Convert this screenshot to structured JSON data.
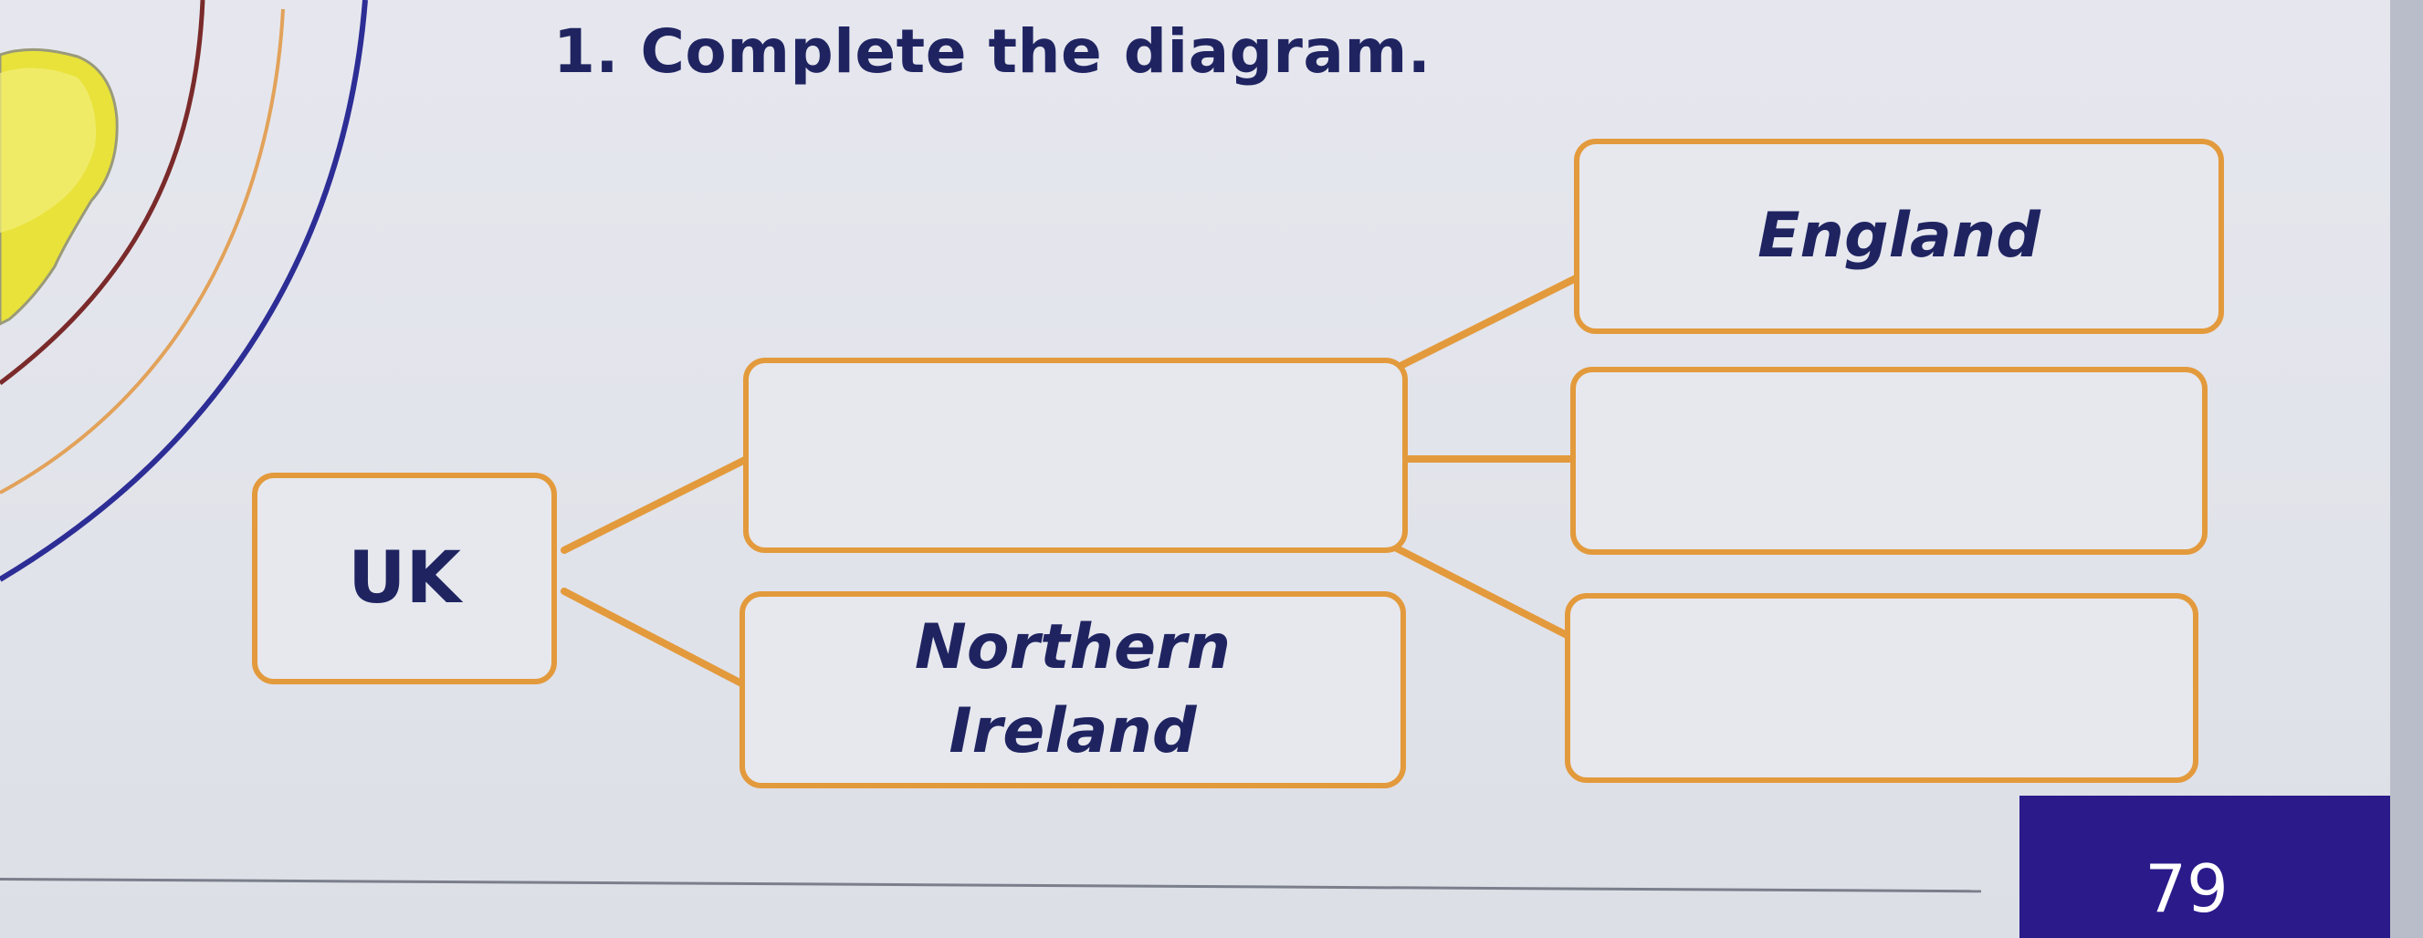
{
  "exercise": {
    "title": "1. Complete the diagram."
  },
  "diagram": {
    "nodes": [
      {
        "id": "uk",
        "label": "UK"
      },
      {
        "id": "gb",
        "label": ""
      },
      {
        "id": "ni",
        "label": "Northern\nIreland"
      },
      {
        "id": "england",
        "label": "England"
      },
      {
        "id": "blank2",
        "label": ""
      },
      {
        "id": "blank3",
        "label": ""
      }
    ],
    "edges": [
      {
        "from": "uk",
        "to": "gb"
      },
      {
        "from": "uk",
        "to": "ni"
      },
      {
        "from": "gb",
        "to": "england"
      },
      {
        "from": "gb",
        "to": "blank2"
      },
      {
        "from": "gb",
        "to": "blank3"
      }
    ]
  },
  "footer": {
    "page_number": "79"
  },
  "colors": {
    "box_border": "#e39a3c",
    "text": "#1f2461",
    "badge": "#2a1a8a"
  }
}
